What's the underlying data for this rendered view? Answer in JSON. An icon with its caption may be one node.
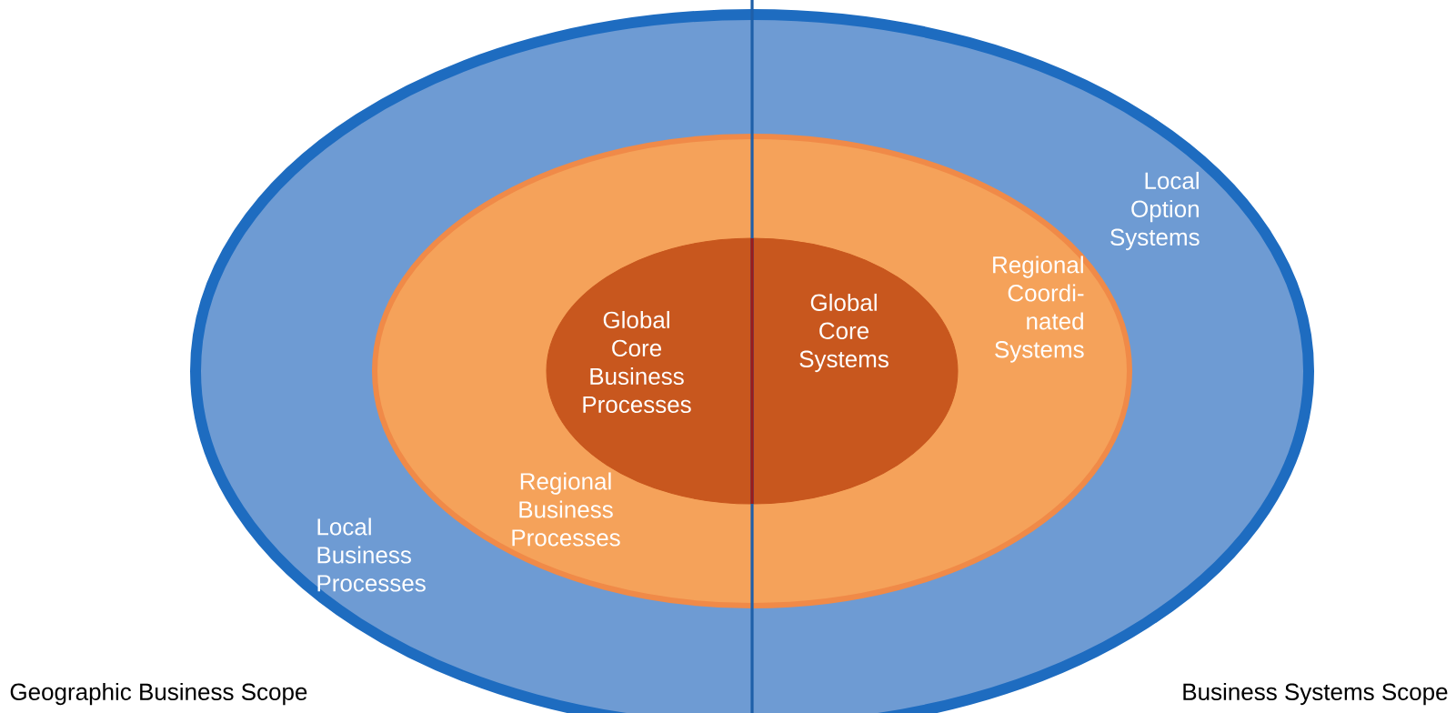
{
  "diagram": {
    "nodes": [
      {
        "text": [
          "Local Business Processes",
          "Local Option Systems"
        ]
      },
      {
        "text": [
          "Regional Business Processes",
          "Regional Coordi- nated Systems"
        ],
        "in": 0
      },
      {
        "text": [
          "Global Core Business Processes",
          "Global Core Systems"
        ],
        "in": 1
      }
    ],
    "labels": [
      "Geographic Business Scope",
      "Business Systems Scope"
    ]
  }
}
